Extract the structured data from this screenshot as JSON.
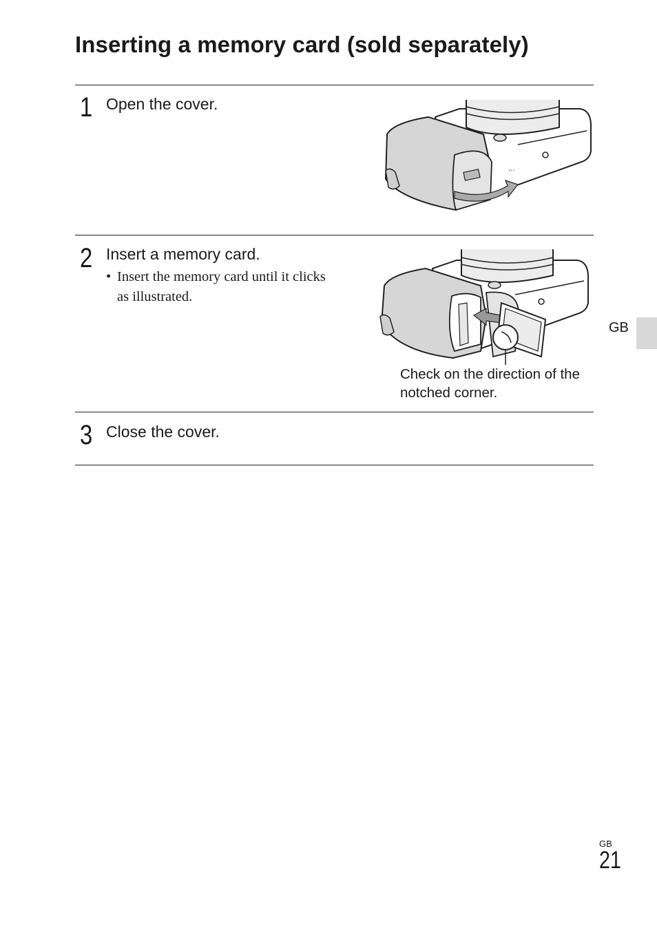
{
  "title": "Inserting a memory card (sold separately)",
  "steps": [
    {
      "number": "1",
      "text": "Open the cover."
    },
    {
      "number": "2",
      "text": "Insert a memory card.",
      "bullet": "Insert the memory card until it clicks as illustrated."
    },
    {
      "number": "3",
      "text": "Close the cover."
    }
  ],
  "callout": "Check on the direction of the notched corner.",
  "bullet_mark": "•",
  "side_tab": "GB",
  "footer": {
    "region": "GB",
    "page": "21"
  }
}
